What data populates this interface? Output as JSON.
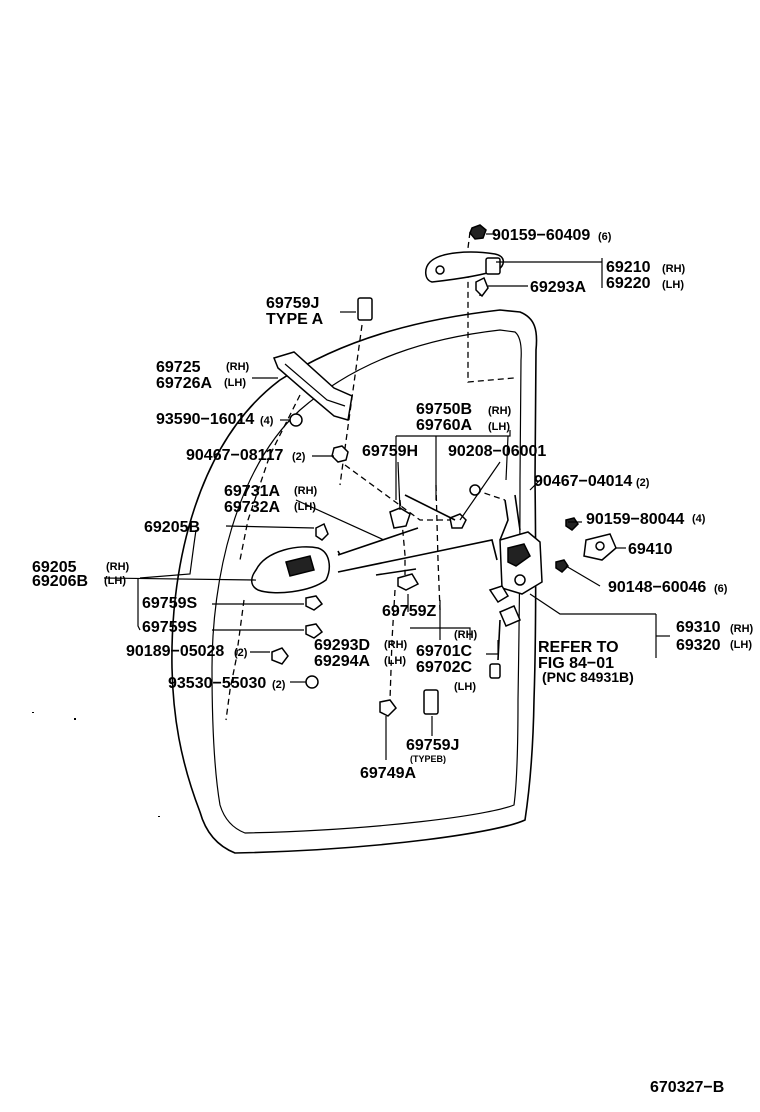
{
  "labels": {
    "p90159_60409": "90159−60409",
    "p90159_60409_qty": "(6)",
    "p69210": "69210",
    "p69210_rh": "(RH)",
    "p69220": "69220",
    "p69220_lh": "(LH)",
    "p69293A": "69293A",
    "p69759J_top": "69759J",
    "type_a": "TYPE A",
    "p69725": "69725",
    "p69725_rh": "(RH)",
    "p69726A": "69726A",
    "p69726A_lh": "(LH)",
    "p93590_16014": "93590−16014",
    "p93590_16014_qty": "(4)",
    "p69750B": "69750B",
    "p69750B_rh": "(RH)",
    "p69760A": "69760A",
    "p69760A_lh": "(LH)",
    "p90467_08117": "90467−08117",
    "p90467_08117_qty": "(2)",
    "p69759H": "69759H",
    "p90208_06001": "90208−06001",
    "p90467_04014": "90467−04014",
    "p90467_04014_qty": "(2)",
    "p69731A": "69731A",
    "p69731A_rh": "(RH)",
    "p69732A": "69732A",
    "p69732A_lh": "(LH)",
    "p90159_80044": "90159−80044",
    "p90159_80044_qty": "(4)",
    "p69205B": "69205B",
    "p69410": "69410",
    "p69205": "69205",
    "p69205_rh": "(RH)",
    "p69206B": "69206B",
    "p69206B_lh": "(LH)",
    "p90148_60046": "90148−60046",
    "p90148_60046_qty": "(6)",
    "p69759S_1": "69759S",
    "p69759Z": "69759Z",
    "p69310": "69310",
    "p69310_rh": "(RH)",
    "p69320": "69320",
    "p69320_lh": "(LH)",
    "p69759S_2": "69759S",
    "p69701C_rh": "(RH)",
    "p90189_05028": "90189−05028",
    "p90189_05028_qty": "(2)",
    "p69293D": "69293D",
    "p69293D_rh": "(RH)",
    "p69294A": "69294A",
    "p69294A_lh": "(LH)",
    "p69701C": "69701C",
    "p69702C": "69702C",
    "p69702C_lh": "(LH)",
    "refer_line1": "REFER TO",
    "refer_line2": "FIG 84−01",
    "refer_line3": "(PNC 84931B)",
    "p93530_55030": "93530−55030",
    "p93530_55030_qty": "(2)",
    "p69759J_bottom": "69759J",
    "typeb": "(TYPEB)",
    "p69749A": "69749A",
    "figure_code": "670327−B"
  }
}
